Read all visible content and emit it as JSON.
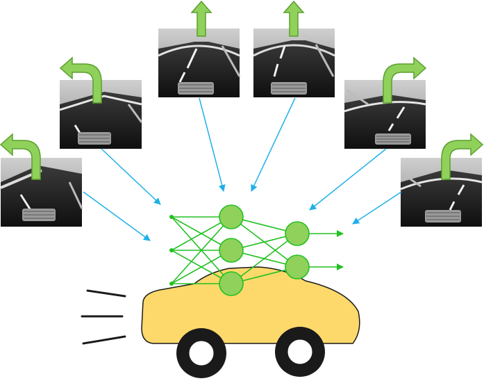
{
  "diagram": {
    "camera_images": [
      {
        "name": "camera-image-left-far",
        "direction": "turn-left",
        "icon": "arrow-turn-left-icon"
      },
      {
        "name": "camera-image-left-mid",
        "direction": "turn-left",
        "icon": "arrow-turn-left-icon"
      },
      {
        "name": "camera-image-straight-1",
        "direction": "straight",
        "icon": "arrow-up-icon"
      },
      {
        "name": "camera-image-straight-2",
        "direction": "straight",
        "icon": "arrow-up-icon"
      },
      {
        "name": "camera-image-right-mid",
        "direction": "turn-right",
        "icon": "arrow-turn-right-icon"
      },
      {
        "name": "camera-image-right-far",
        "direction": "turn-right",
        "icon": "arrow-turn-right-icon"
      }
    ],
    "network": {
      "input_nodes": 3,
      "hidden_nodes": 3,
      "output_nodes": 2
    },
    "vehicle": "car-icon"
  },
  "colors": {
    "arrow_fill": "#8fd15a",
    "arrow_stroke": "#5a9f2e",
    "connector_blue": "#1fb0e8",
    "network_green": "#22c022",
    "node_fill": "#8fd15a",
    "car_body": "#fdd96b",
    "tire": "#1a1a1a",
    "speed_lines": "#1a1a1a"
  }
}
